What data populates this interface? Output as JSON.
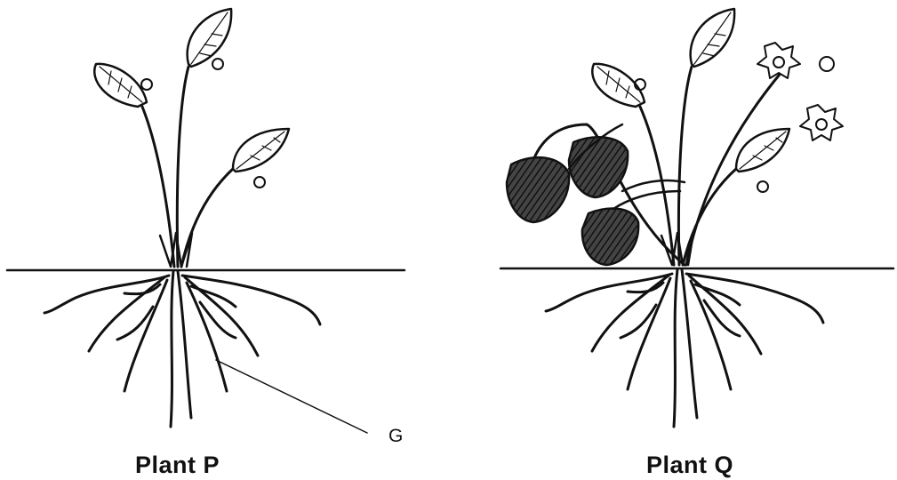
{
  "diagram": {
    "plant_p_label": "Plant P",
    "plant_q_label": "Plant Q",
    "callout_label": "G"
  }
}
